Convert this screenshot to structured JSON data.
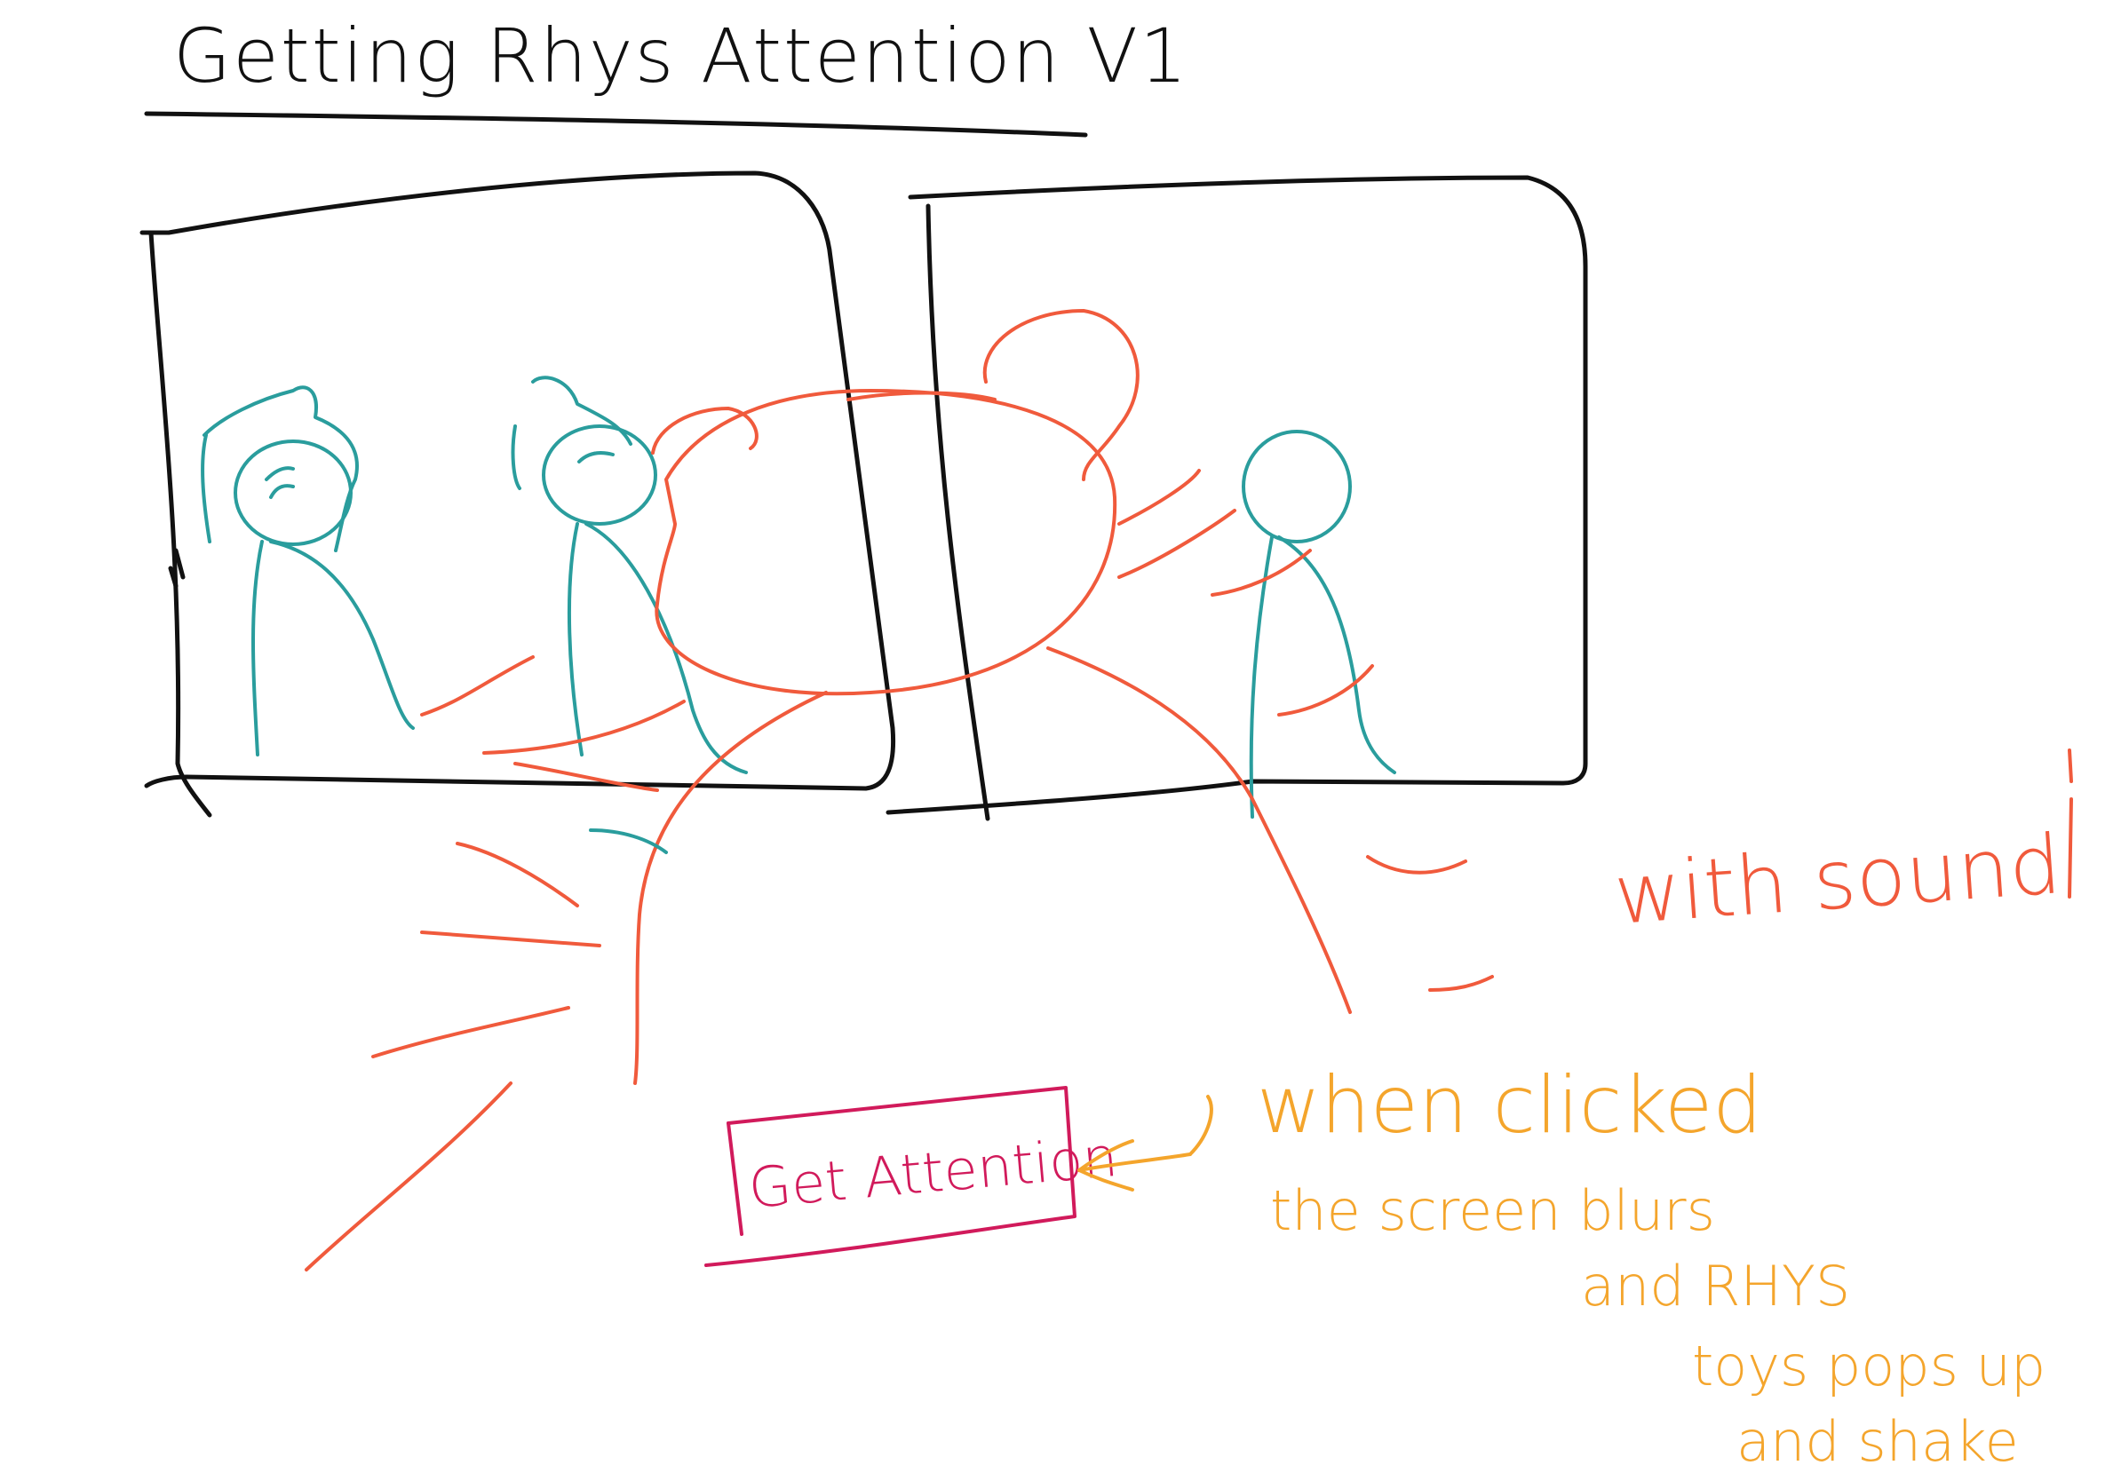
{
  "title": "Getting Rhys Attention V1",
  "button": {
    "label": "Get Attention"
  },
  "annotations": {
    "with_sound": "with sound",
    "when_clicked": "when clicked",
    "description_lines": [
      "the screen blurs",
      "and RHYS",
      "toys pops up",
      "and shake"
    ]
  },
  "colors": {
    "outline": "#111111",
    "figures": "#2a9d9d",
    "toy_and_motion": "#f05a3c",
    "button": "#d11a5b",
    "notes": "#f4a52c"
  }
}
